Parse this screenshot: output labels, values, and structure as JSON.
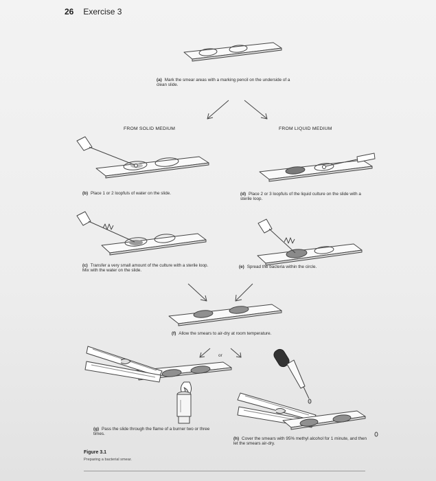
{
  "header": {
    "page_number": "26",
    "exercise": "Exercise 3"
  },
  "headings": {
    "solid": "FROM SOLID MEDIUM",
    "liquid": "FROM LIQUID MEDIUM"
  },
  "steps": {
    "a": {
      "letter": "(a)",
      "text": "Mark the smear areas with a marking pencil on the underside of a clean slide."
    },
    "b": {
      "letter": "(b)",
      "text": "Place 1 or 2 loopfuls of water on the slide."
    },
    "c": {
      "letter": "(c)",
      "text": "Transfer a very small amount of the culture with a sterile loop. Mix with the water on the slide."
    },
    "d": {
      "letter": "(d)",
      "text": "Place 2 or 3 loopfuls of the liquid culture on the slide with a sterile loop."
    },
    "e": {
      "letter": "(e)",
      "text": "Spread the bacteria within the circle."
    },
    "f": {
      "letter": "(f)",
      "text": "Allow the smears to air-dry at room temperature."
    },
    "g": {
      "letter": "(g)",
      "text": "Pass the slide through the flame of a burner two or three times."
    },
    "h": {
      "letter": "(h)",
      "text": "Cover the smears with 95% methyl alcohol for 1 minute, and then let the smears air-dry."
    }
  },
  "or_label": "or",
  "figure": {
    "label": "Figure 3.1",
    "caption": "Preparing a bacterial smear."
  }
}
